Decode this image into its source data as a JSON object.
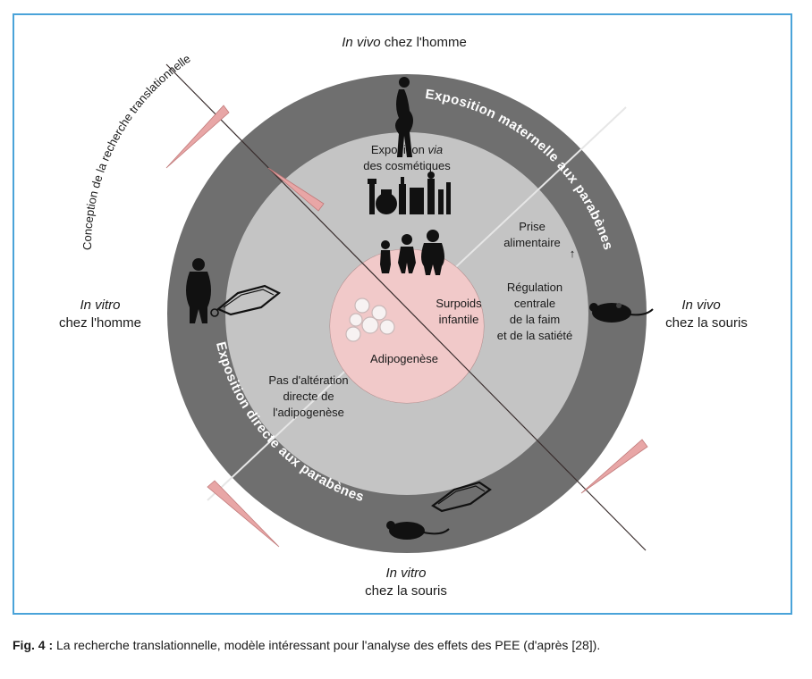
{
  "labels": {
    "top_italic": "In vivo",
    "top_rest": " chez l'homme",
    "left_italic": "In vitro",
    "left_rest": "chez l'homme",
    "right_italic": "In vivo",
    "right_rest": "chez la souris",
    "bottom_italic": "In vitro",
    "bottom_rest": "chez la souris"
  },
  "arcs": {
    "translational": "Conception de la recherche translationnelle",
    "maternal": "Exposition maternelle aux parabènes",
    "direct": "Exposition directe aux parabènes"
  },
  "quadrants": {
    "cosmetics_line1_a": "Exposition ",
    "cosmetics_line1_b": "via",
    "cosmetics_line2": "des cosmétiques",
    "prise_line1": "Prise",
    "prise_line2": "alimentaire",
    "prise_arrow": "↑",
    "regulation_line1": "Régulation",
    "regulation_line2": "centrale",
    "regulation_line3": "de la faim",
    "regulation_line4": "et de la satiété",
    "surpoids_line1": "Surpoids",
    "surpoids_line2": "infantile",
    "adipogenese": "Adipogenèse",
    "pas_line1": "Pas d'altération",
    "pas_line2": "directe de",
    "pas_line3": "l'adipogenèse"
  },
  "icons": {
    "pregnant": "pregnant-woman-icon",
    "cosmetics": "cosmetics-icon",
    "children": "children-silhouettes-icon",
    "obese": "obese-person-icon",
    "dish": "petri-dish-icon",
    "mouse": "mouse-icon",
    "cells": "adipocyte-cells-icon"
  },
  "colors": {
    "frame": "#4aa3d9",
    "outer_ring": "#6f6f6f",
    "middle_disc": "#c4c4c4",
    "center_disc": "#f1c9c9",
    "wedge": "#e8a6a6"
  },
  "caption": {
    "prefix": "Fig. 4 :",
    "text": " La recherche translationnelle, modèle intéressant pour l'analyse des effets des PEE (d'après [28])."
  }
}
